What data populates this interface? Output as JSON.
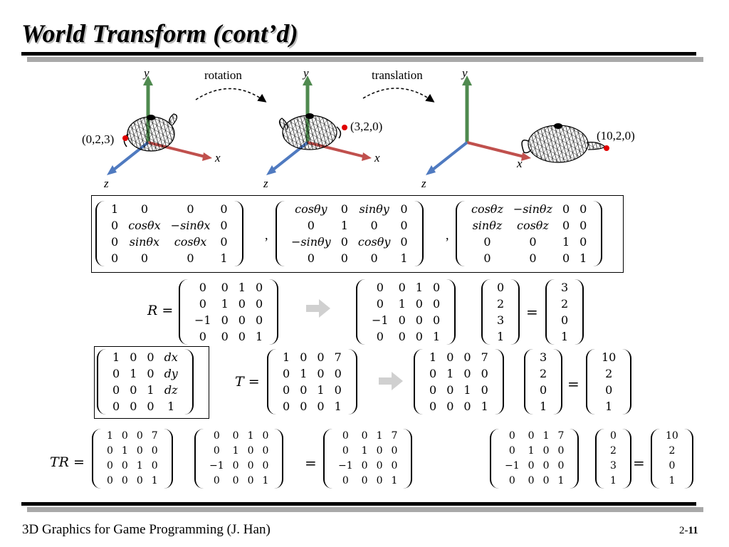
{
  "title": "World Transform (cont’d)",
  "footer": {
    "left": "3D Graphics for Game Programming (J. Han)",
    "page_prefix": "2-",
    "page_num": "11"
  },
  "figure": {
    "axes": {
      "x": "x",
      "y": "y",
      "z": "z"
    },
    "rotation_label": "rotation",
    "translation_label": "translation",
    "points": {
      "p1": "(0,2,3)",
      "p2": "(3,2,0)",
      "p3": "(10,2,0)"
    }
  },
  "matrices": {
    "rx": [
      [
        "1",
        "0",
        "0",
        "0"
      ],
      [
        "0",
        "cosθx",
        "−sinθx",
        "0"
      ],
      [
        "0",
        "sinθx",
        "cosθx",
        "0"
      ],
      [
        "0",
        "0",
        "0",
        "1"
      ]
    ],
    "ry": [
      [
        "cosθy",
        "0",
        "sinθy",
        "0"
      ],
      [
        "0",
        "1",
        "0",
        "0"
      ],
      [
        "−sinθy",
        "0",
        "cosθy",
        "0"
      ],
      [
        "0",
        "0",
        "0",
        "1"
      ]
    ],
    "rz": [
      [
        "cosθz",
        "−sinθz",
        "0",
        "0"
      ],
      [
        "sinθz",
        "cosθz",
        "0",
        "0"
      ],
      [
        "0",
        "0",
        "1",
        "0"
      ],
      [
        "0",
        "0",
        "0",
        "1"
      ]
    ],
    "R": [
      [
        "0",
        "0",
        "1",
        "0"
      ],
      [
        "0",
        "1",
        "0",
        "0"
      ],
      [
        "−1",
        "0",
        "0",
        "0"
      ],
      [
        "0",
        "0",
        "0",
        "1"
      ]
    ],
    "v1": [
      "0",
      "2",
      "3",
      "1"
    ],
    "r1": [
      "3",
      "2",
      "0",
      "1"
    ],
    "Tgen": [
      [
        "1",
        "0",
        "0",
        "dx"
      ],
      [
        "0",
        "1",
        "0",
        "dy"
      ],
      [
        "0",
        "0",
        "1",
        "dz"
      ],
      [
        "0",
        "0",
        "0",
        "1"
      ]
    ],
    "T": [
      [
        "1",
        "0",
        "0",
        "7"
      ],
      [
        "0",
        "1",
        "0",
        "0"
      ],
      [
        "0",
        "0",
        "1",
        "0"
      ],
      [
        "0",
        "0",
        "0",
        "1"
      ]
    ],
    "v2": [
      "3",
      "2",
      "0",
      "1"
    ],
    "r2": [
      "10",
      "2",
      "0",
      "1"
    ],
    "TR": [
      [
        "0",
        "0",
        "1",
        "7"
      ],
      [
        "0",
        "1",
        "0",
        "0"
      ],
      [
        "−1",
        "0",
        "0",
        "0"
      ],
      [
        "0",
        "0",
        "0",
        "1"
      ]
    ],
    "v3": [
      "0",
      "2",
      "3",
      "1"
    ],
    "r3": [
      "10",
      "2",
      "0",
      "1"
    ]
  },
  "labels": {
    "R_eq": "R =",
    "T_eq": "T =",
    "TR_eq": "TR =",
    "equals": "=",
    "comma": ","
  },
  "colors": {
    "x_axis": "#c0504d",
    "y_axis": "#4f8a4f",
    "z_axis": "#4f7ac0",
    "point": "#e00000",
    "arrow_gray": "#d0d0d0"
  }
}
